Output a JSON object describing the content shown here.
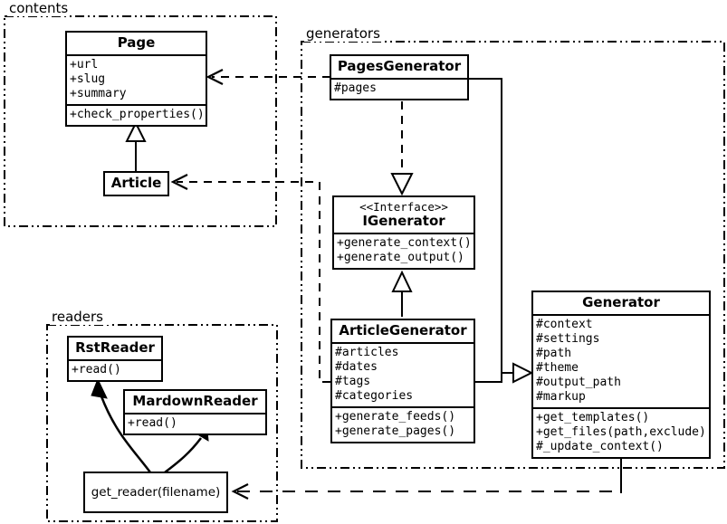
{
  "diagram": {
    "kind": "uml-class-diagram",
    "packages": [
      {
        "id": "contents",
        "label": "contents"
      },
      {
        "id": "generators",
        "label": "generators"
      },
      {
        "id": "readers",
        "label": "readers"
      }
    ],
    "classes": {
      "page": {
        "name": "Page",
        "attributes": [
          "+url",
          "+slug",
          "+summary"
        ],
        "methods": [
          "+check_properties()"
        ]
      },
      "article": {
        "name": "Article",
        "attributes": [],
        "methods": []
      },
      "pages_generator": {
        "name": "PagesGenerator",
        "attributes": [
          "#pages"
        ],
        "methods": []
      },
      "igenerator": {
        "stereotype": "<<Interface>>",
        "name": "IGenerator",
        "attributes": [],
        "methods": [
          "+generate_context()",
          "+generate_output()"
        ]
      },
      "article_generator": {
        "name": "ArticleGenerator",
        "attributes": [
          "#articles",
          "#dates",
          "#tags",
          "#categories"
        ],
        "methods": [
          "+generate_feeds()",
          "+generate_pages()"
        ]
      },
      "generator": {
        "name": "Generator",
        "attributes": [
          "#context",
          "#settings",
          "#path",
          "#theme",
          "#output_path",
          "#markup"
        ],
        "methods": [
          "+get_templates()",
          "+get_files(path,exclude)",
          "#_update_context()"
        ]
      },
      "rst_reader": {
        "name": "RstReader",
        "attributes": [],
        "methods": [
          "+read()"
        ]
      },
      "mardown_reader": {
        "name": "MardownReader",
        "attributes": [],
        "methods": [
          "+read()"
        ]
      }
    },
    "functions": {
      "get_reader": {
        "label": "get_reader(filename)"
      }
    },
    "colors": {
      "line": "#000000",
      "background": "#ffffff",
      "text": "#000000"
    }
  }
}
